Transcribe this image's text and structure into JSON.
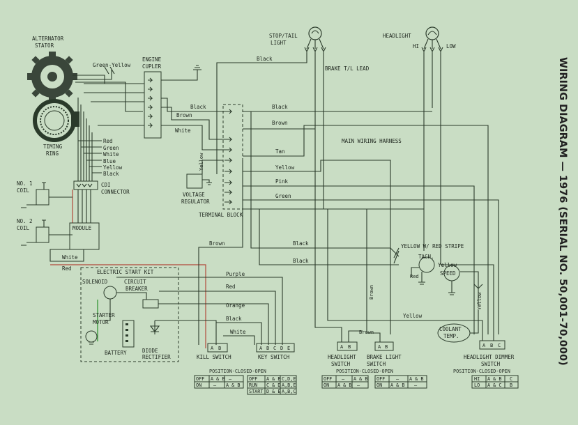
{
  "title": "WIRING DIAGRAM — 1976 (SERIAL NO. 50,001-70,000)",
  "components": {
    "alternator_stator": [
      "ALTERNATOR",
      "STATOR"
    ],
    "timing_ring": [
      "TIMING",
      "RING"
    ],
    "engine_coupler": [
      "ENGINE",
      "CUPLER"
    ],
    "stop_tail_light": [
      "STOP/TAIL",
      "LIGHT"
    ],
    "headlight": "HEADLIGHT",
    "headlight_hi": "HI",
    "headlight_low": "LOW",
    "brake_lead": "BRAKE T/L LEAD",
    "main_harness": "MAIN WIRING HARNESS",
    "cdi_connector": [
      "CDI",
      "CONNECTOR"
    ],
    "coil1": [
      "NO. 1",
      "COIL"
    ],
    "coil2": [
      "NO. 2",
      "COIL"
    ],
    "module": "MODULE",
    "voltage_regulator": [
      "VOLTAGE",
      "REGULATOR"
    ],
    "terminal_block": "TERMINAL BLOCK",
    "electric_start_kit": "ELECTRIC START KIT",
    "solenoid": "SOLENOID",
    "circuit_breaker": [
      "CIRCUIT",
      "BREAKER"
    ],
    "starter_motor": [
      "STARTER",
      "MOTOR"
    ],
    "battery": "BATTERY",
    "diode_rectifier": [
      "DIODE",
      "RECTIFIER"
    ],
    "kill_switch": "KILL SWITCH",
    "key_switch": "KEY SWITCH",
    "headlight_switch": [
      "HEADLIGHT",
      "SWITCH"
    ],
    "brake_light_switch": [
      "BRAKE LIGHT",
      "SWITCH"
    ],
    "headlight_dimmer_switch": [
      "HEADLIGHT DIMMER",
      "SWITCH"
    ],
    "tach": "TACH.",
    "speed": "SPEED",
    "coolant_temp": [
      "COOLANT",
      "TEMP."
    ],
    "yellow_red_stripe": "YELLOW W/ RED STRIPE"
  },
  "wire_labels": {
    "green_yellow": "Green-Yellow",
    "black": "Black",
    "brown": "Brown",
    "white": "White",
    "red": "Red",
    "green": "Green",
    "blue": "Blue",
    "yellow": "Yellow",
    "tan": "Tan",
    "pink": "Pink",
    "purple": "Purple",
    "orange": "Orange",
    "cdi_leads": [
      "Red",
      "Green",
      "White",
      "Blue",
      "Yellow",
      "Black"
    ],
    "terminal_leads": [
      "Tan",
      "Yellow",
      "Pink",
      "Green"
    ]
  },
  "tables": {
    "position_header": "POSITION-CLOSED-OPEN",
    "kill_key": [
      [
        "OFF",
        "A & B",
        "—"
      ],
      [
        "ON",
        "—",
        "A & B"
      ],
      [
        "OFF",
        "A & B",
        "C,D,E"
      ],
      [
        "RUN",
        "C & D",
        "A,B,E"
      ],
      [
        "START",
        "D & E",
        "A,B,C"
      ]
    ],
    "headlight_brake": [
      [
        "OFF",
        "—",
        "A & B"
      ],
      [
        "ON",
        "A & B",
        "—"
      ],
      [
        "OFF",
        "—",
        "A & B"
      ],
      [
        "ON",
        "A & B",
        "—"
      ]
    ],
    "dimmer": [
      [
        "HI",
        "A & B",
        "C"
      ],
      [
        "LO",
        "A & C",
        "B"
      ]
    ]
  },
  "colors": {
    "background": "#c9ddc4",
    "wire": "#2a3a2a",
    "red_wire": "#b24a3a",
    "green_wire": "#3d9a3d"
  }
}
